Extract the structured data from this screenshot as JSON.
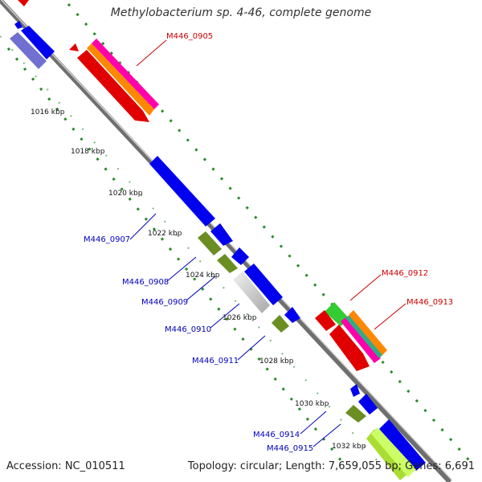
{
  "title": "Methylobacterium sp. 4-46, complete genome",
  "footer": {
    "accession": "Accession: NC_010511",
    "summary": "Topology: circular; Length: 7,659,055 bp; Genes: 6,691"
  },
  "kbp_labels": [
    "1016 kbp",
    "1018 kbp",
    "1020 kbp",
    "1022 kbp",
    "1024 kbp",
    "1026 kbp",
    "1028 kbp",
    "1030 kbp",
    "1032 kbp"
  ],
  "gene_labels": [
    {
      "name": "M446_0905",
      "strand": "forward"
    },
    {
      "name": "M446_0907",
      "strand": "reverse"
    },
    {
      "name": "M446_0908",
      "strand": "reverse"
    },
    {
      "name": "M446_0909",
      "strand": "reverse"
    },
    {
      "name": "M446_0910",
      "strand": "reverse"
    },
    {
      "name": "M446_0911",
      "strand": "reverse"
    },
    {
      "name": "M446_0912",
      "strand": "forward"
    },
    {
      "name": "M446_0913",
      "strand": "forward"
    },
    {
      "name": "M446_0914",
      "strand": "reverse"
    },
    {
      "name": "M446_0915",
      "strand": "reverse"
    }
  ],
  "colors": {
    "forward_gene": "#ff0000",
    "reverse_gene": "#0000ff",
    "backbone": "#888888",
    "tick_dots": "#2a8a2a",
    "label_forward": "#cc0000",
    "label_reverse": "#0000bb"
  }
}
